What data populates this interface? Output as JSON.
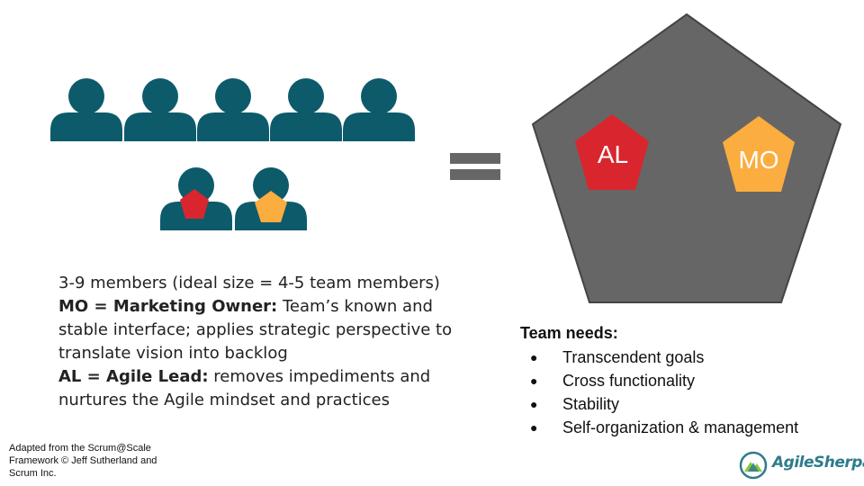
{
  "colors": {
    "person": "#0d5a6b",
    "al_red": "#d9262e",
    "mo_orange": "#fbad3f",
    "pentagon_gray": "#666666",
    "equals_gray": "#666666",
    "logo_teal": "#2f7b8c"
  },
  "icons": [
    "person-icon",
    "red-pentagon-icon",
    "orange-pentagon-icon",
    "equals-icon",
    "agilesherpas-logo-icon"
  ],
  "diagram": {
    "al_label": "AL",
    "mo_label": "MO"
  },
  "description": {
    "line1": "3-9 members (ideal size = 4-5 team members)",
    "mo_term": "MO = Marketing Owner:",
    "mo_text": " Team’s known and stable interface; applies strategic perspective to translate vision into backlog",
    "al_term": "AL = Agile Lead:",
    "al_text": " removes impediments and nurtures the Agile mindset and practices"
  },
  "team_needs": {
    "heading": "Team needs:",
    "bullet": "●",
    "items": [
      "Transcendent goals",
      "Cross functionality",
      "Stability",
      "Self-organization & management"
    ]
  },
  "attribution": {
    "line1": "Adapted from the Scrum@Scale",
    "line2": "Framework © Jeff Sutherland and",
    "line3": "Scrum Inc."
  },
  "logo": {
    "text": "AgileSherpas"
  }
}
